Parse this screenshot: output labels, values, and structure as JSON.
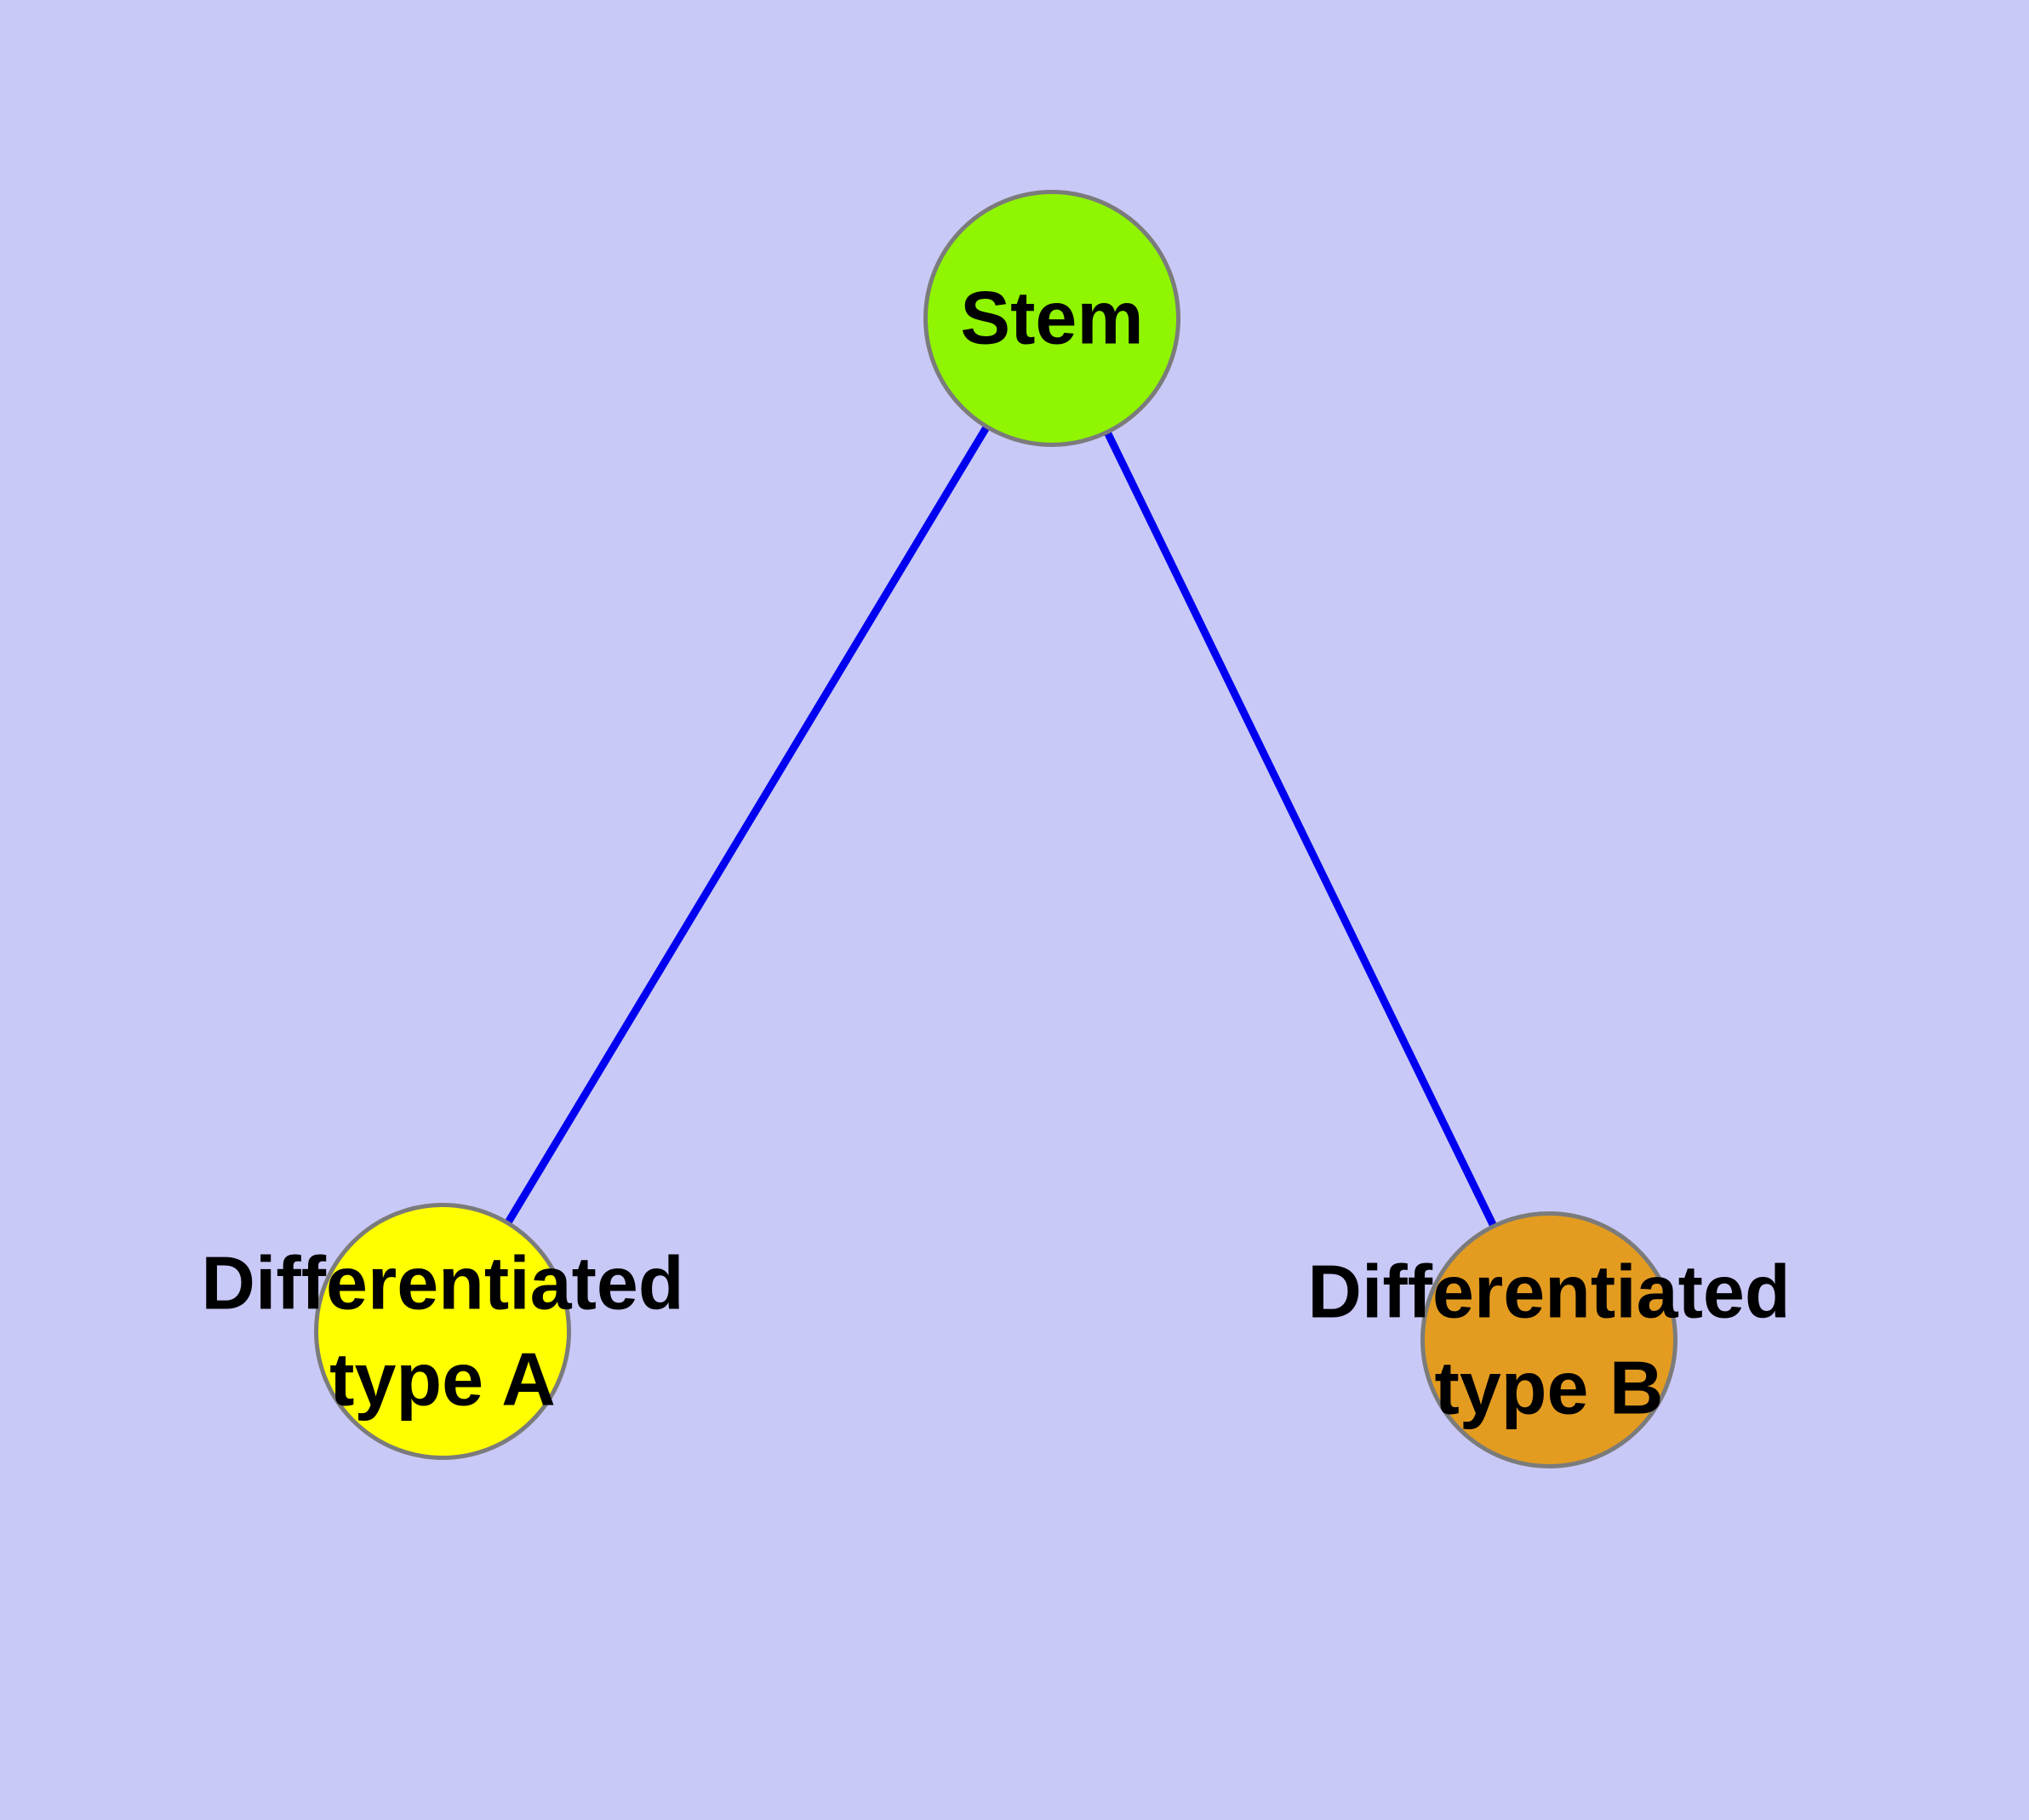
{
  "diagram": {
    "description": "Cell differentiation graph: a stem node linked to two differentiated cell-type nodes",
    "background_color": "#C9C9F8",
    "colors": {
      "edge": "#0000F0",
      "node_border": "#7B7B7B",
      "label_text": "#000000"
    },
    "nodes": [
      {
        "id": "stem",
        "label": "Stem",
        "fill": "#8FF500",
        "shape": "circle"
      },
      {
        "id": "typeA",
        "label": "Differentiated\ntype A",
        "fill": "#FFFF00",
        "shape": "circle"
      },
      {
        "id": "typeB",
        "label": "Differentiated\ntype B",
        "fill": "#E49C20",
        "shape": "circle"
      }
    ],
    "edges": [
      {
        "from": "stem",
        "to": "typeA",
        "style": "solid",
        "directed": false
      },
      {
        "from": "stem",
        "to": "typeB",
        "style": "solid",
        "directed": false
      }
    ]
  }
}
